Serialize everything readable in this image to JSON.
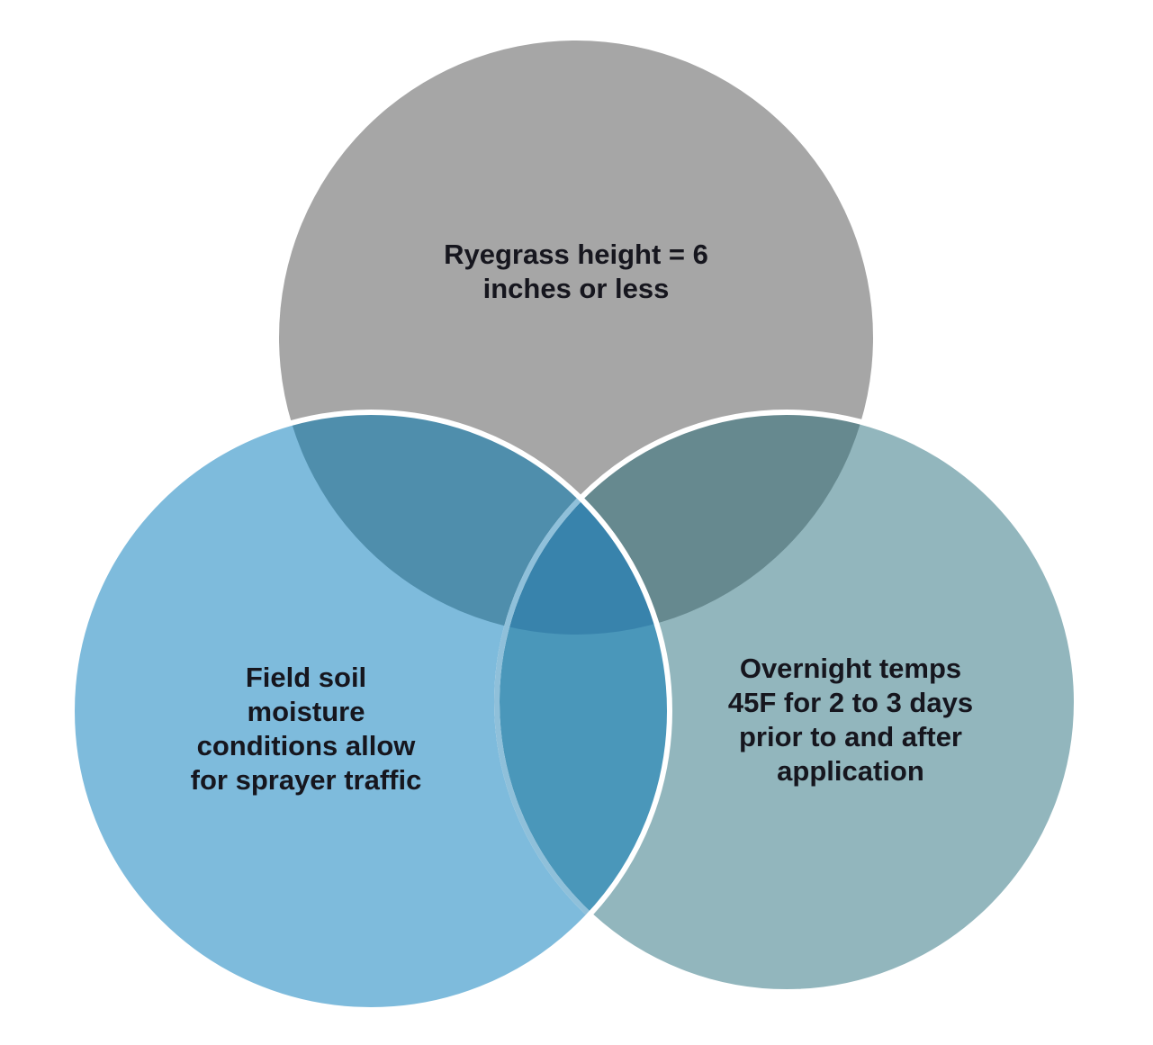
{
  "diagram": {
    "type": "venn-3",
    "background": "#FFFFFF",
    "text_color": "#16161E",
    "outline_color": "#FFFFFF",
    "circles": [
      {
        "name": "ryegrass-height",
        "fill": "#A6A6A6",
        "label": "Ryegrass height = 6 inches or less",
        "lines": [
          "Ryegrass height = 6",
          "inches or less"
        ]
      },
      {
        "name": "soil-moisture",
        "fill": "#7EBBDC",
        "label": "Field soil moisture conditions allow for sprayer traffic",
        "lines": [
          "Field soil",
          "moisture",
          "conditions allow",
          "for sprayer traffic"
        ]
      },
      {
        "name": "overnight-temps",
        "fill": "#92B6BD",
        "label": "Overnight temps 45F for 2 to 3 days prior to and after application",
        "lines": [
          "Overnight temps",
          "45F for 2 to 3 days",
          "prior to and after",
          "application"
        ]
      }
    ],
    "overlaps": {
      "ryegrass_soil": "#4F8EAC",
      "ryegrass_temps": "#66898F",
      "soil_temps": "#4A97BA",
      "all_three": "#3883AC",
      "occluded_outline": "#8FC0DA"
    }
  }
}
